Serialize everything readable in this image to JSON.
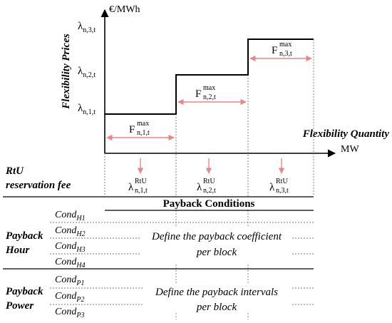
{
  "colors": {
    "line": "#000000",
    "arrow": "#e8868a",
    "grid": "#777777"
  },
  "chart": {
    "y_unit": "€/MWh",
    "y_axis_title": "Flexibility Prices",
    "x_axis_title": "Flexibility Quantity",
    "x_unit": "MW",
    "price_labels": [
      {
        "base": "λ",
        "sub": "n,3,t"
      },
      {
        "base": "λ",
        "sub": "n,2,t"
      },
      {
        "base": "λ",
        "sub": "n,1,t"
      }
    ],
    "blocks": [
      {
        "base": "F",
        "sup": "max",
        "sub": "n,1,t"
      },
      {
        "base": "F",
        "sup": "max",
        "sub": "n,2,t"
      },
      {
        "base": "F",
        "sup": "max",
        "sub": "n,3,t"
      }
    ]
  },
  "rtu": {
    "heading_line1": "RtU",
    "heading_line2": "reservation fee",
    "labels": [
      {
        "base": "λ",
        "sup": "RtU",
        "sub": "n,1,t"
      },
      {
        "base": "λ",
        "sup": "RtU",
        "sub": "n,2,t"
      },
      {
        "base": "λ",
        "sup": "RtU",
        "sub": "n,3,t"
      }
    ]
  },
  "payback": {
    "title": "Payback Conditions",
    "hour": {
      "heading_line1": "Payback",
      "heading_line2": "Hour",
      "conditions": [
        {
          "base": "Cond",
          "sub": "H1"
        },
        {
          "base": "Cond",
          "sub": "H2"
        },
        {
          "base": "Cond",
          "sub": "H3"
        },
        {
          "base": "Cond",
          "sub": "H4"
        }
      ],
      "text_line1": "Define the payback coefficient",
      "text_line2": "per block"
    },
    "power": {
      "heading_line1": "Payback",
      "heading_line2": "Power",
      "conditions": [
        {
          "base": "Cond",
          "sub": "P1"
        },
        {
          "base": "Cond",
          "sub": "P2"
        },
        {
          "base": "Cond",
          "sub": "P3"
        }
      ],
      "text_line1": "Define the payback intervals",
      "text_line2": "per block"
    }
  }
}
